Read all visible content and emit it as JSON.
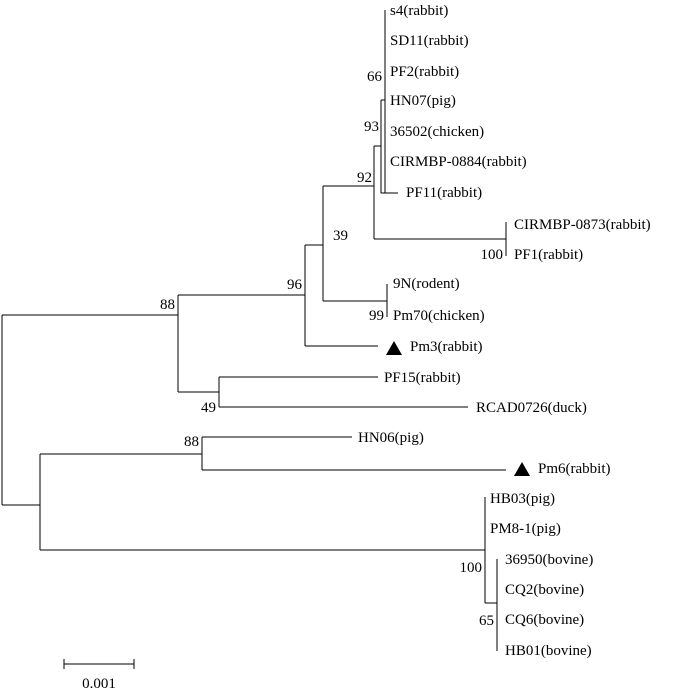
{
  "taxa": {
    "s4": "s4(rabbit)",
    "sd11": "SD11(rabbit)",
    "pf2": "PF2(rabbit)",
    "hn07": "HN07(pig)",
    "t36502": "36502(chicken)",
    "cirmbp0884": "CIRMBP-0884(rabbit)",
    "pf11": "PF11(rabbit)",
    "cirmbp0873": "CIRMBP-0873(rabbit)",
    "pf1": "PF1(rabbit)",
    "n9": "9N(rodent)",
    "pm70": "Pm70(chicken)",
    "pm3": "Pm3(rabbit)",
    "pf15": "PF15(rabbit)",
    "rcad0726": "RCAD0726(duck)",
    "hn06": "HN06(pig)",
    "pm6": "Pm6(rabbit)",
    "hb03": "HB03(pig)",
    "pm81": "PM8-1(pig)",
    "t36950": "36950(bovine)",
    "cq2": "CQ2(bovine)",
    "cq6": "CQ6(bovine)",
    "hb01": "HB01(bovine)"
  },
  "bootstrap": {
    "pf2_node": "66",
    "chicken_node": "93",
    "n92": "92",
    "n39": "39",
    "n100_pf1": "100",
    "n96": "96",
    "n99": "99",
    "n88_top": "88",
    "n49": "49",
    "n88_pig": "88",
    "n100_bovine": "100",
    "n65": "65"
  },
  "scale_bar": {
    "label": "0.001"
  },
  "markers": {
    "pm3": "filled-triangle",
    "pm6": "filled-triangle"
  }
}
